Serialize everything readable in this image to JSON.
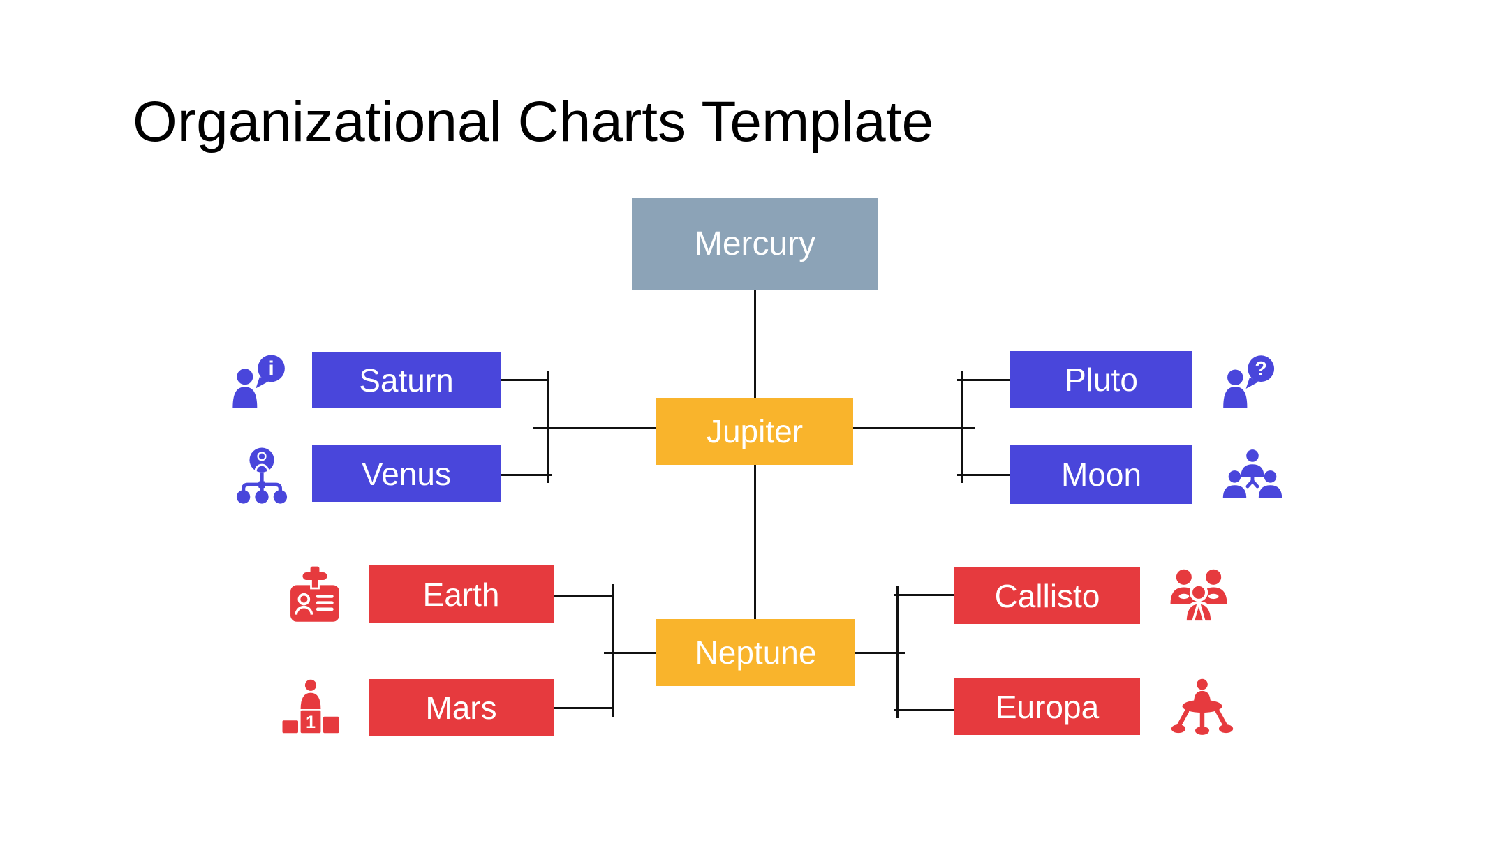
{
  "title": "Organizational Charts Template",
  "colors": {
    "slate": "#8CA3B7",
    "yellow": "#F9B42C",
    "blue": "#4946DB",
    "red": "#E63A3E",
    "line": "#111111",
    "label_text": "#FFFFFF",
    "title_text": "#000000"
  },
  "nodes": {
    "mercury": {
      "label": "Mercury",
      "level": 1,
      "color": "#8CA3B7"
    },
    "jupiter": {
      "label": "Jupiter",
      "level": 2,
      "color": "#F9B42C"
    },
    "neptune": {
      "label": "Neptune",
      "level": 3,
      "color": "#F9B42C"
    },
    "saturn": {
      "label": "Saturn",
      "level": 2,
      "color": "#4946DB",
      "icon": "person-info"
    },
    "venus": {
      "label": "Venus",
      "level": 2,
      "color": "#4946DB",
      "icon": "org-hierarchy"
    },
    "pluto": {
      "label": "Pluto",
      "level": 2,
      "color": "#4946DB",
      "icon": "person-question"
    },
    "moon": {
      "label": "Moon",
      "level": 2,
      "color": "#4946DB",
      "icon": "team-connected"
    },
    "earth": {
      "label": "Earth",
      "level": 3,
      "color": "#E63A3E",
      "icon": "id-badge"
    },
    "mars": {
      "label": "Mars",
      "level": 3,
      "color": "#E63A3E",
      "icon": "winner-podium"
    },
    "callisto": {
      "label": "Callisto",
      "level": 3,
      "color": "#E63A3E",
      "icon": "people-group"
    },
    "europa": {
      "label": "Europa",
      "level": 3,
      "color": "#E63A3E",
      "icon": "delegation-network"
    }
  },
  "icon_glyphs": {
    "info_bubble": "i",
    "question_bubble": "?",
    "podium_rank": "1"
  },
  "edges": [
    {
      "from": "Mercury",
      "to": "Jupiter"
    },
    {
      "from": "Jupiter",
      "to": "Saturn"
    },
    {
      "from": "Jupiter",
      "to": "Venus"
    },
    {
      "from": "Jupiter",
      "to": "Pluto"
    },
    {
      "from": "Jupiter",
      "to": "Moon"
    },
    {
      "from": "Jupiter",
      "to": "Neptune"
    },
    {
      "from": "Neptune",
      "to": "Earth"
    },
    {
      "from": "Neptune",
      "to": "Mars"
    },
    {
      "from": "Neptune",
      "to": "Callisto"
    },
    {
      "from": "Neptune",
      "to": "Europa"
    }
  ]
}
